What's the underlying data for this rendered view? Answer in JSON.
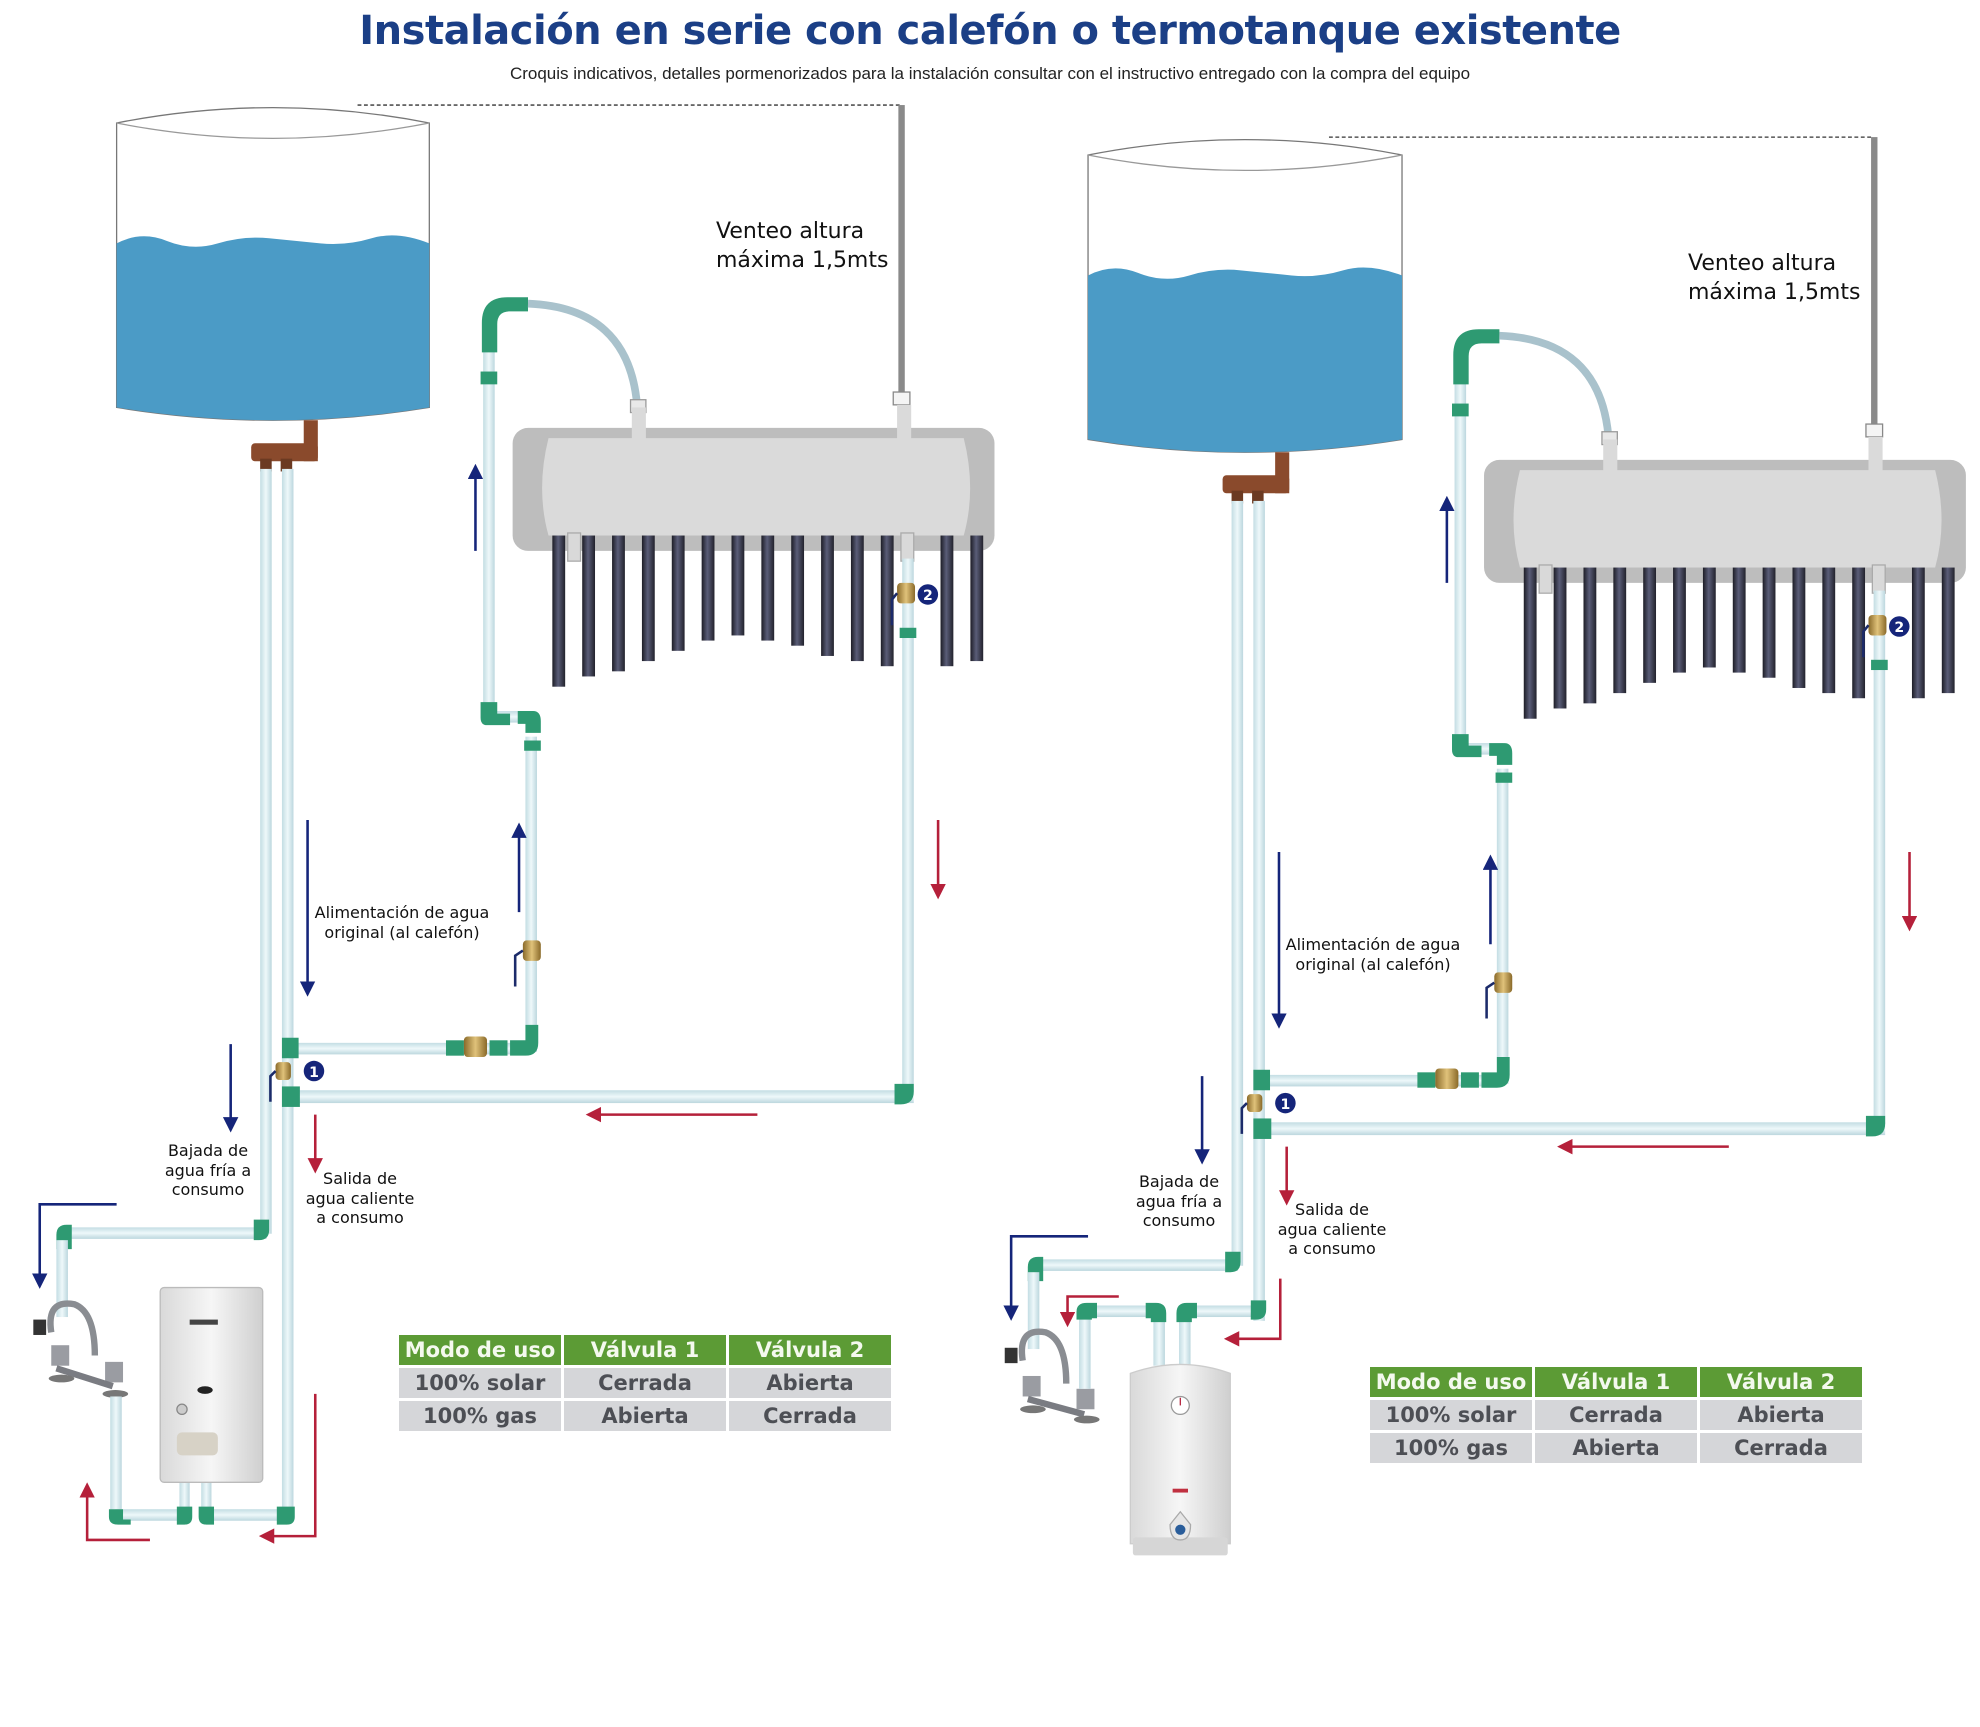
{
  "header": {
    "title": "Instalación en serie con calefón o termotanque existente",
    "subtitle": "Croquis indicativos, detalles pormenorizados para la instalación consultar con el instructivo entregado con la compra del equipo"
  },
  "colors": {
    "title": "#1b3f86",
    "water": "#4b9bc6",
    "pipe": "#dbeff2",
    "fitting": "#2e9a72",
    "cold_arrow": "#15257a",
    "hot_arrow": "#b5203a",
    "collector": "#bdbdbd",
    "table_header": "#5c9b35",
    "table_cell": "#d5d6d9"
  },
  "diagrams": [
    {
      "id": "calefon",
      "appliance": "calefón (gas water heater)",
      "labels": {
        "venteo": [
          "Venteo altura",
          "máxima 1,5mts"
        ],
        "alimentacion": [
          "Alimentación de agua",
          "original (al calefón)"
        ],
        "bajada": [
          "Bajada de",
          "agua fría a",
          "consumo"
        ],
        "salida": [
          "Salida de",
          "agua caliente",
          "a consumo"
        ]
      },
      "valves": [
        "1",
        "2"
      ],
      "table": {
        "headers": [
          "Modo de uso",
          "Válvula 1",
          "Válvula 2"
        ],
        "rows": [
          [
            "100% solar",
            "Cerrada",
            "Abierta"
          ],
          [
            "100% gas",
            "Abierta",
            "Cerrada"
          ]
        ]
      }
    },
    {
      "id": "termotanque",
      "appliance": "termotanque (tank water heater)",
      "labels": {
        "venteo": [
          "Venteo altura",
          "máxima 1,5mts"
        ],
        "alimentacion": [
          "Alimentación de agua",
          "original (al calefón)"
        ],
        "bajada": [
          "Bajada de",
          "agua fría a",
          "consumo"
        ],
        "salida": [
          "Salida de",
          "agua caliente",
          "a consumo"
        ]
      },
      "valves": [
        "1",
        "2"
      ],
      "table": {
        "headers": [
          "Modo de uso",
          "Válvula 1",
          "Válvula 2"
        ],
        "rows": [
          [
            "100% solar",
            "Cerrada",
            "Abierta"
          ],
          [
            "100% gas",
            "Abierta",
            "Cerrada"
          ]
        ]
      }
    }
  ]
}
